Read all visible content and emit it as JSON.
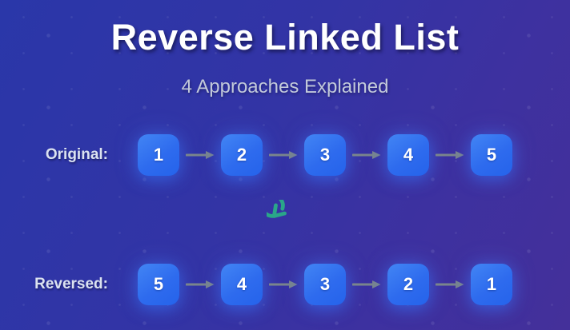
{
  "header": {
    "title": "Reverse Linked List",
    "subtitle": "4 Approaches Explained"
  },
  "original": {
    "label": "Original:",
    "nodes": [
      "1",
      "2",
      "3",
      "4",
      "5"
    ]
  },
  "reversed": {
    "label": "Reversed:",
    "nodes": [
      "5",
      "4",
      "3",
      "2",
      "1"
    ]
  },
  "icons": {
    "arrow_icon": "right-arrow",
    "center_icon": "rotate-counterclockwise"
  },
  "colors": {
    "background_start": "#2a37a9",
    "background_end": "#44309a",
    "node_gradient_start": "#4285f4",
    "node_gradient_end": "#2563eb",
    "node_text": "#ffffff",
    "arrow": "#7a858c",
    "reverse_icon": "#2aa689",
    "title_text": "#ffffff",
    "subtitle_text": "#c2c9da",
    "label_text": "#dbe2f0"
  }
}
